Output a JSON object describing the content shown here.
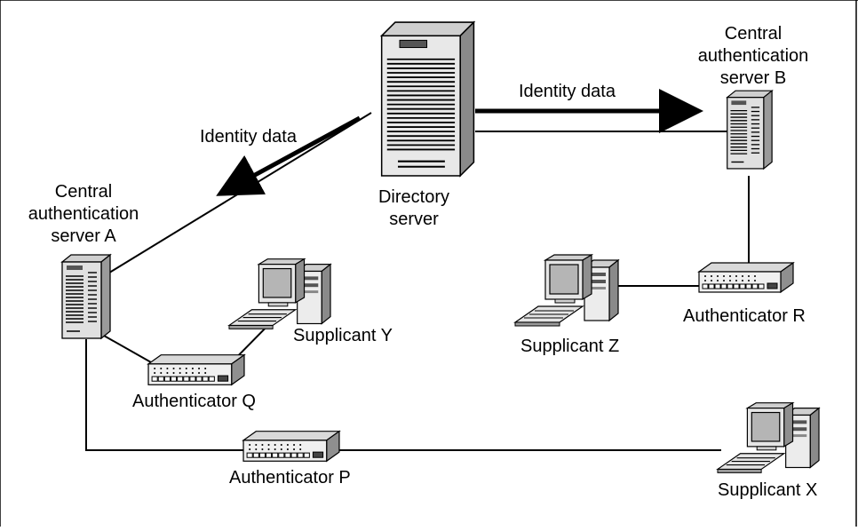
{
  "labels": {
    "identity_data_left": "Identity data",
    "identity_data_right": "Identity data",
    "directory_server": [
      "Directory",
      "server"
    ],
    "central_server_a": [
      "Central",
      "authentication",
      "server A"
    ],
    "central_server_b": [
      "Central",
      "authentication",
      "server B"
    ],
    "authenticator_p": "Authenticator P",
    "authenticator_q": "Authenticator Q",
    "authenticator_r": "Authenticator R",
    "supplicant_x": "Supplicant X",
    "supplicant_y": "Supplicant Y",
    "supplicant_z": "Supplicant Z"
  },
  "icons": {
    "directory_server": "tower-server-icon",
    "central_server": "tower-server-icon",
    "authenticator": "network-hub-icon",
    "supplicant": "desktop-computer-icon"
  },
  "colors": {
    "line": "#000000",
    "device_fill": "#ffffff",
    "device_shade": "#bdbdbd",
    "screen": "#d9d9d9"
  }
}
